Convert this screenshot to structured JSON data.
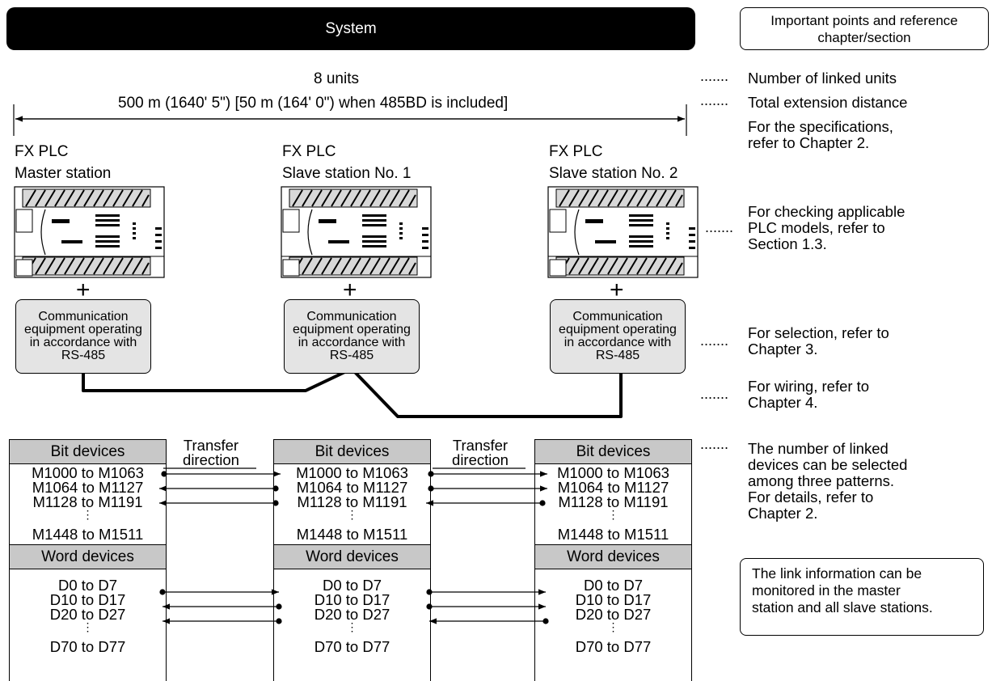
{
  "header": {
    "system_label": "System",
    "reference_box": [
      "Important points and reference",
      "chapter/section"
    ]
  },
  "top": {
    "units_label": "8 units",
    "distance_label": "500 m (1640' 5\") [50 m (164' 0\") when 485BD is included]"
  },
  "stations": [
    {
      "line1": "FX PLC",
      "line2": "Master station"
    },
    {
      "line1": "FX PLC",
      "line2": "Slave station No. 1"
    },
    {
      "line1": "FX PLC",
      "line2": "Slave station No. 2"
    }
  ],
  "plus_sign": "+",
  "comm_box": [
    "Communication",
    "equipment operating",
    "in accordance with",
    "RS-485"
  ],
  "transfer_label": [
    "Transfer",
    "direction"
  ],
  "tables": {
    "bit_header": "Bit devices",
    "bit_rows": [
      "M1000 to M1063",
      "M1064 to M1127",
      "M1128 to M1191",
      "M1448 to M1511"
    ],
    "word_header": "Word devices",
    "word_rows": [
      "D0 to D7",
      "D10 to D17",
      "D20 to D27",
      "D70 to D77"
    ],
    "ellipsis": "⋮"
  },
  "notes": {
    "dots": ".......",
    "linked_units": "Number of linked units",
    "total_distance": "Total extension distance",
    "spec_ref": [
      "For the specifications,",
      "refer to Chapter 2."
    ],
    "plc_models": [
      "For checking applicable",
      "PLC models, refer to",
      "Section 1.3."
    ],
    "selection": [
      "For selection, refer to",
      "Chapter 3."
    ],
    "wiring": [
      "For wiring, refer to",
      "Chapter 4."
    ],
    "devices": [
      "The number of linked",
      "devices can be selected",
      "among three patterns.",
      "For details, refer to",
      "Chapter 2."
    ],
    "link_info": [
      "The link information can be",
      "monitored in the master",
      "station and all slave stations."
    ]
  }
}
